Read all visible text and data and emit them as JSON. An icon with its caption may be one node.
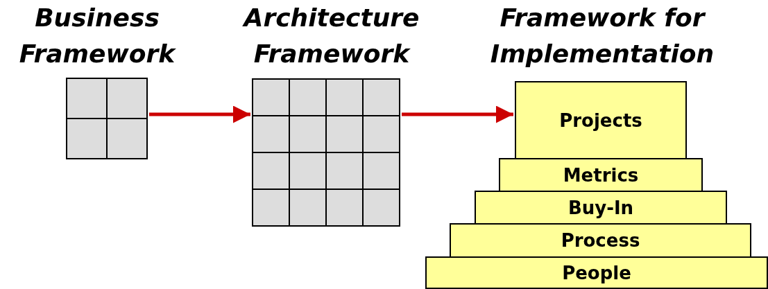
{
  "diagram": {
    "nodes": [
      {
        "text": [
          "Business Framework"
        ]
      },
      {
        "text": [
          "Architecture Framework"
        ]
      },
      {
        "text": [
          "Framework for Implementation"
        ]
      },
      {
        "text": [
          "Projects"
        ],
        "in": 2
      },
      {
        "text": [
          "Metrics"
        ],
        "in": 2
      },
      {
        "text": [
          "Buy-In"
        ],
        "in": 2
      },
      {
        "text": [
          "Process"
        ],
        "in": 2
      },
      {
        "text": [
          "People"
        ],
        "in": 2
      }
    ],
    "edges": [
      {
        "from": 0,
        "to": 1,
        "arrow": "to"
      },
      {
        "from": 1,
        "to": 3,
        "arrow": "to"
      }
    ]
  }
}
